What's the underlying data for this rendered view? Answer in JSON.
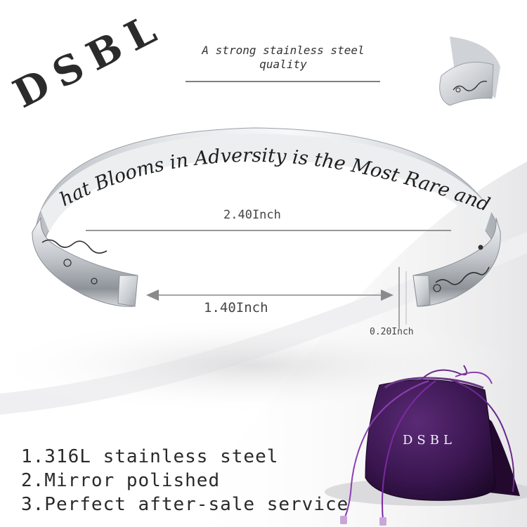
{
  "brand": "DSBL",
  "quality_note": "A strong stainless steel quality",
  "engraving": "hat Blooms in Adversity is the Most Rare and",
  "dimensions": {
    "outer_width": "2.40Inch",
    "inner_gap": "1.40Inch",
    "band_width": "0.20Inch"
  },
  "features": [
    "1.316L stainless steel",
    "2.Mirror polished",
    "3.Perfect after-sale service"
  ],
  "pouch_label": "DSBL",
  "colors": {
    "pouch": "#3a1650",
    "steel": "#c9cdd2",
    "text": "#2b2b2b"
  }
}
